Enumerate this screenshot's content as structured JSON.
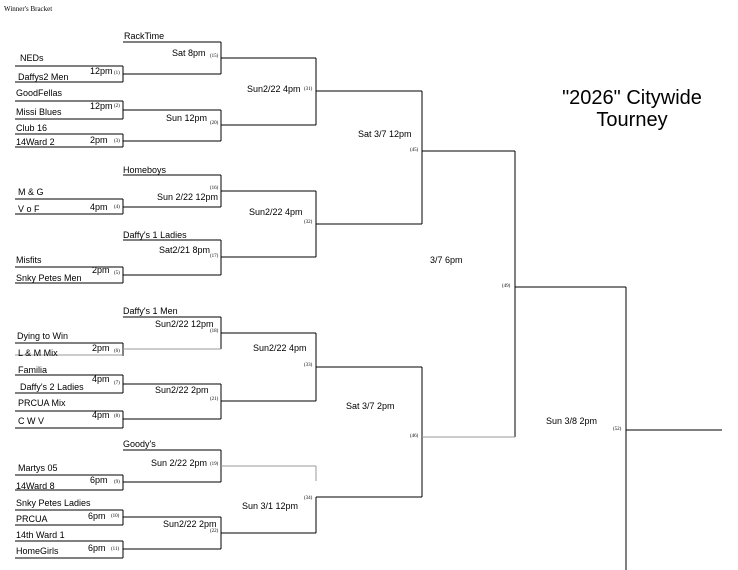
{
  "header": "Winner's Bracket",
  "title_line1": "\"2026\"  Citywide",
  "title_line2": "Tourney",
  "teams": [
    "RackTime",
    "NEDs",
    "Daffys2 Men",
    "GoodFellas",
    "Missi Blues",
    "Club 16",
    "14Ward 2",
    "Homeboys",
    "M & G",
    "V o F",
    "Daffy's 1 Ladies",
    "Misfits",
    "Snky Petes Men",
    "Daffy's 1 Men",
    "Dying to Win",
    "L & M Mix",
    "Familia",
    "Daffy's 2 Ladies",
    "PRCUA Mix",
    "C W V",
    "Goody's",
    "Martys 05",
    "14Ward  8",
    "Snky Petes Ladies",
    "PRCUA",
    "14th Ward 1",
    "HomeGirls"
  ],
  "times": [
    "12pm",
    "12pm",
    "2pm",
    "4pm",
    "2pm",
    "2pm",
    "4pm",
    "4pm",
    "6pm",
    "6pm",
    "6pm",
    "Sat 8pm",
    "Sun 12pm",
    "Sun 2/22 12pm",
    "Sat2/21 8pm",
    "Sun2/22 12pm",
    "Sun2/22 2pm",
    "Sun 2/22 2pm",
    "Sun2/22 2pm",
    "Sun2/22 4pm",
    "Sun2/22 4pm",
    "Sun2/22 4pm",
    "Sun 3/1 12pm",
    "Sat 3/7 12pm",
    "Sat 3/7 2pm",
    "3/7 6pm",
    "Sun 3/8 2pm"
  ],
  "game_numbers": [
    "(1)",
    "(2)",
    "(3)",
    "(4)",
    "(5)",
    "(6)",
    "(7)",
    "(8)",
    "(9)",
    "(10)",
    "(11)",
    "(15)",
    "(20)",
    "(16)",
    "(17)",
    "(18)",
    "(21)",
    "(19)",
    "(22)",
    "(31)",
    "(32)",
    "(33)",
    "(34)",
    "(45)",
    "(46)",
    "(49)",
    "(52)"
  ]
}
